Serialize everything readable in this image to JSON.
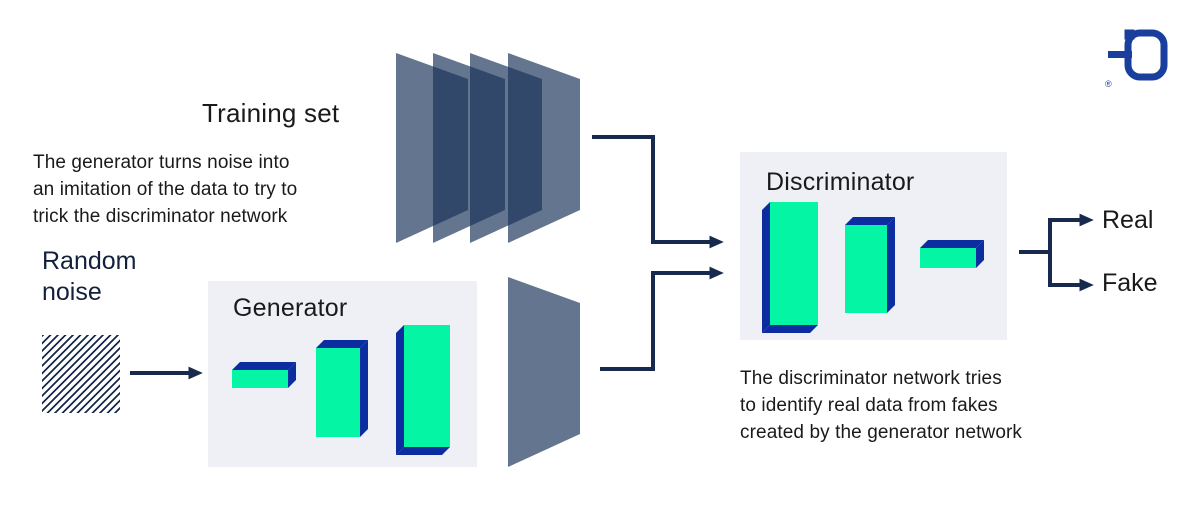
{
  "colors": {
    "navy": "#172a4d",
    "green": "#04f5a4",
    "barBlue": "#0b2da0",
    "boxBg": "#eef0f5",
    "sheet": "#1b335a",
    "logoBlue": "#1a3e9e",
    "text": "#1a1a1a",
    "noiseText": "#13203c"
  },
  "labels": {
    "training_set": "Training set",
    "generator": "Generator",
    "discriminator": "Discriminator",
    "real": "Real",
    "fake": "Fake",
    "registered_mark": "®"
  },
  "random_noise_lines": [
    "Random",
    "noise"
  ],
  "captions": {
    "generator_note_lines": [
      "The generator turns noise into",
      "an imitation of the data to try to",
      "trick the discriminator network"
    ],
    "discriminator_note_lines": [
      "The discriminator network tries",
      "to identify real data from fakes",
      "created by the generator network"
    ]
  }
}
